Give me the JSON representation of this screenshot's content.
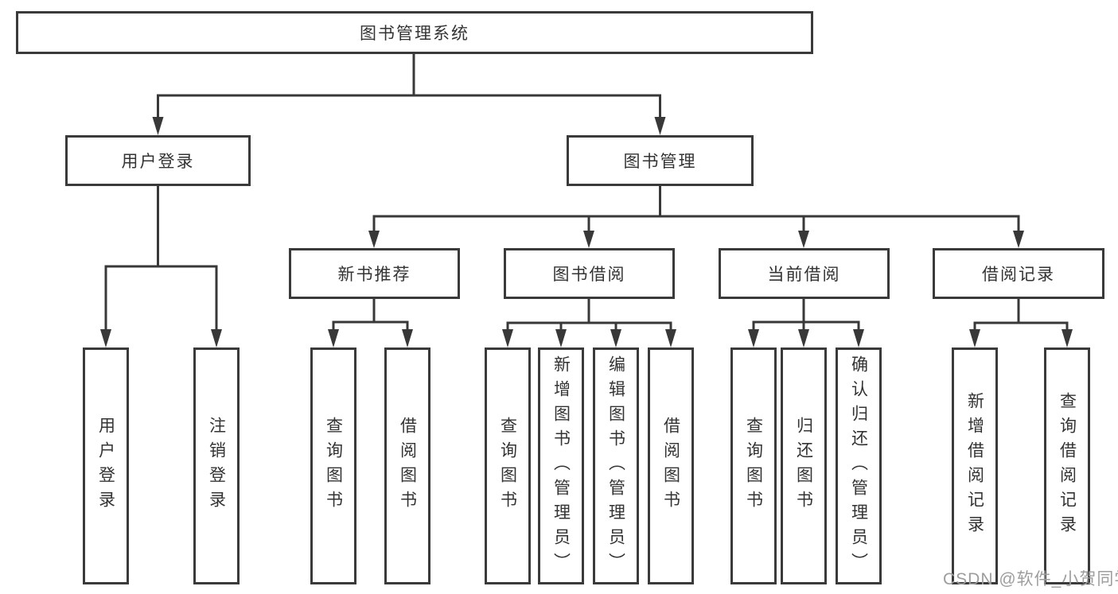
{
  "tree": {
    "root": {
      "label": "图书管理系统"
    },
    "branches": [
      {
        "label": "用户登录",
        "children": [
          {
            "label": "用户登录"
          },
          {
            "label": "注销登录"
          }
        ]
      },
      {
        "label": "图书管理",
        "children": [
          {
            "label": "新书推荐",
            "children": [
              {
                "label": "查询图书"
              },
              {
                "label": "借阅图书"
              }
            ]
          },
          {
            "label": "图书借阅",
            "children": [
              {
                "label": "查询图书"
              },
              {
                "label": "新增图书（管理员）"
              },
              {
                "label": "编辑图书（管理员）"
              },
              {
                "label": "借阅图书"
              }
            ]
          },
          {
            "label": "当前借阅",
            "children": [
              {
                "label": "查询图书"
              },
              {
                "label": "归还图书"
              },
              {
                "label": "确认归还（管理员）"
              }
            ]
          },
          {
            "label": "借阅记录",
            "children": [
              {
                "label": "新增借阅记录"
              },
              {
                "label": "查询借阅记录"
              }
            ]
          }
        ]
      }
    ]
  },
  "watermark": {
    "text": "CSDN @软件_小贺同学"
  },
  "colors": {
    "border": "#3a3a3a",
    "line": "#383838",
    "text": "#333333",
    "background": "#ffffff",
    "watermark": "#9d9d9d"
  }
}
